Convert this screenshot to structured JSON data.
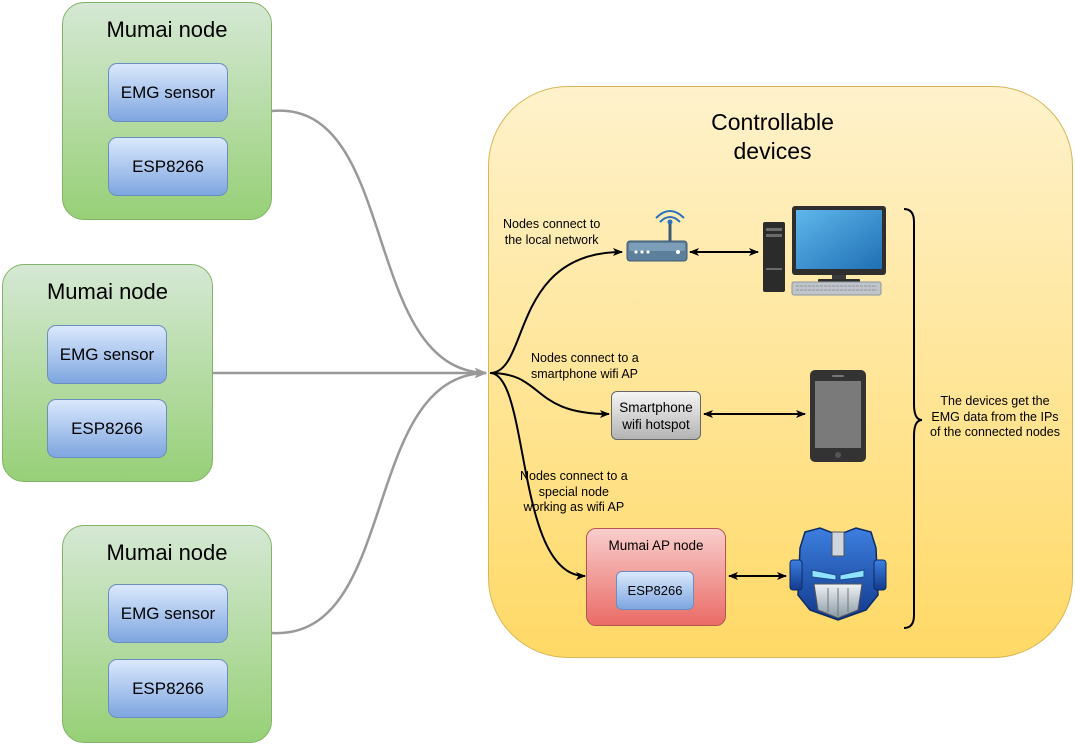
{
  "nodes": [
    {
      "title": "Mumai node",
      "sensor": "EMG sensor",
      "chip": "ESP8266"
    },
    {
      "title": "Mumai node",
      "sensor": "EMG sensor",
      "chip": "ESP8266"
    },
    {
      "title": "Mumai node",
      "sensor": "EMG sensor",
      "chip": "ESP8266"
    }
  ],
  "controllable": {
    "title_line1": "Controllable",
    "title_line2": "devices"
  },
  "paths": {
    "local_network": [
      "Nodes connect to",
      "the local network"
    ],
    "smartphone": [
      "Nodes connect to a",
      "smartphone wifi AP"
    ],
    "special_node": [
      "Nodes connect to a",
      "special node",
      "working as wifi AP"
    ]
  },
  "hotspot": [
    "Smartphone",
    "wifi hotspot"
  ],
  "ap_node": {
    "title": "Mumai AP node",
    "chip": "ESP8266"
  },
  "summary": [
    "The devices get the",
    "EMG data from the IPs",
    "of the connected nodes"
  ],
  "icons": [
    "router-icon",
    "desktop-computer-icon",
    "smartphone-icon",
    "robot-head-icon"
  ],
  "colors": {
    "node_fill_top": "#d5e8d4",
    "node_fill_bottom": "#97d077",
    "box_fill_top": "#dae8fc",
    "box_fill_bottom": "#7ea6e0",
    "ctrl_fill_top": "#fff2cc",
    "ctrl_fill_bottom": "#ffd966",
    "ap_fill_top": "#f8cecc",
    "ap_fill_bottom": "#ea6b66",
    "connector": "#999999"
  }
}
